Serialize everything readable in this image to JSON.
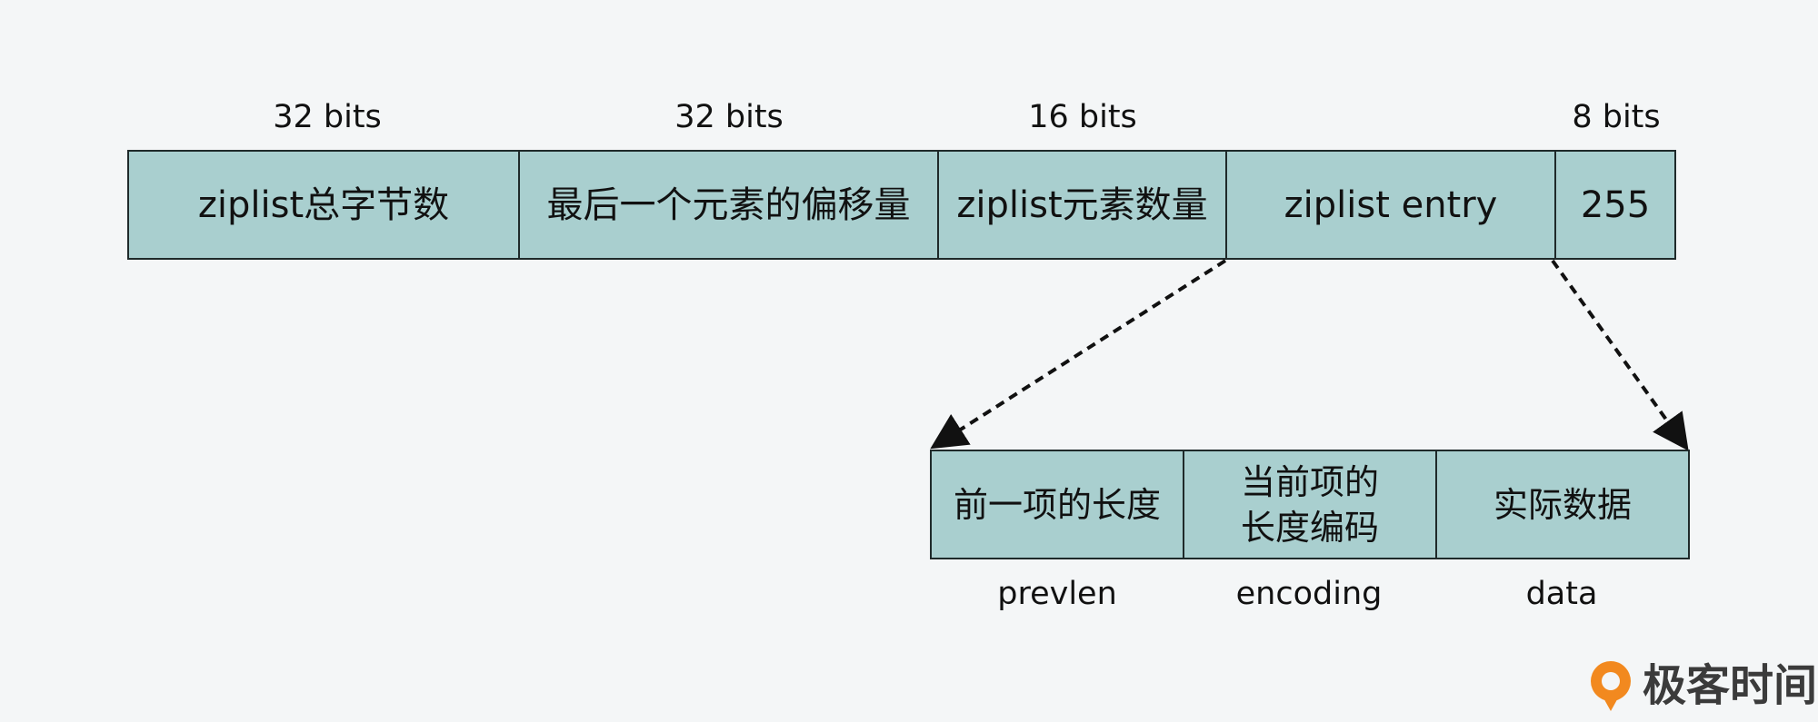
{
  "main_row": {
    "bit_labels": [
      "32 bits",
      "32 bits",
      "16 bits",
      "8 bits"
    ],
    "cells": [
      "ziplist总字节数",
      "最后一个元素的偏移量",
      "ziplist元素数量",
      "ziplist entry",
      "255"
    ]
  },
  "entry_row": {
    "cells": [
      {
        "line1": "前一项的长度",
        "line2": ""
      },
      {
        "line1": "当前项的",
        "line2": "长度编码"
      },
      {
        "line1": "实际数据",
        "line2": ""
      }
    ],
    "sub_labels": [
      "prevlen",
      "encoding",
      "data"
    ]
  },
  "colors": {
    "cell_fill": "#a9cfcf",
    "border": "#1f2a2a",
    "background": "#f4f6f7",
    "logo_accent": "#f2891f"
  },
  "logo": {
    "text": "极客时间",
    "icon": "geektime-logo-icon"
  }
}
